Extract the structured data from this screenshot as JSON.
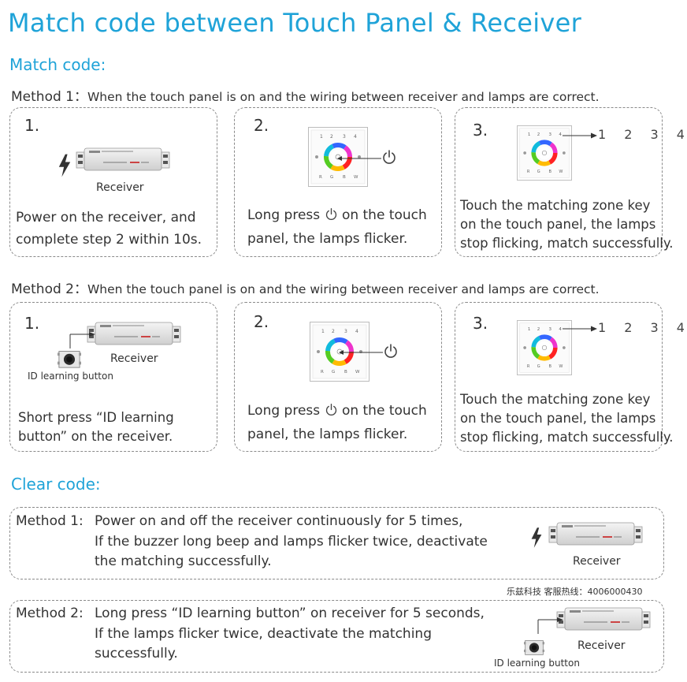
{
  "title": "Match code between Touch Panel & Receiver",
  "match_section": "Match code:",
  "method1": {
    "head": "Method 1：",
    "condition": "When the touch panel is on and the wiring between receiver and lamps are correct.",
    "steps": [
      {
        "num": "1.",
        "label": "Receiver",
        "lines": [
          "Power on the receiver, and",
          "complete step 2 within 10s."
        ]
      },
      {
        "num": "2.",
        "pre": "Long press",
        "post": "on the touch",
        "line2": "panel, the lamps flicker."
      },
      {
        "num": "3.",
        "zones": "1 2 3 4",
        "lines": [
          "Touch the matching zone key",
          "on the touch panel, the lamps",
          "stop flicking, match successfully."
        ]
      }
    ]
  },
  "method2": {
    "head": "Method 2：",
    "condition": "When the touch panel is on and the wiring between receiver and lamps are correct.",
    "steps": [
      {
        "num": "1.",
        "label": "Receiver",
        "button_label": "ID learning button",
        "lines": [
          "Short press “ID learning",
          "button” on the receiver."
        ]
      },
      {
        "num": "2.",
        "pre": "Long press",
        "post": "on the touch",
        "line2": "panel, the lamps flicker."
      },
      {
        "num": "3.",
        "zones": "1 2 3 4",
        "lines": [
          "Touch the matching zone key",
          "on the touch panel, the lamps",
          "stop flicking, match successfully."
        ]
      }
    ]
  },
  "clear_section": "Clear code:",
  "clear1": {
    "head": "Method 1:",
    "lines": [
      "Power on and off the receiver continuously for 5 times,",
      "If the buzzer long beep and lamps flicker twice, deactivate",
      "the matching successfully."
    ],
    "label": "Receiver"
  },
  "hotline": "乐兹科技 客服热线：4006000430",
  "clear2": {
    "head": "Method 2:",
    "lines": [
      "Long press “ID learning button” on receiver for 5 seconds,",
      "If the lamps flicker twice, deactivate the matching",
      "successfully."
    ],
    "label": "Receiver",
    "button_label": "ID learning button"
  },
  "colors": {
    "accent": "#1fa3d8",
    "text": "#333333",
    "border": "#8a8a8a"
  }
}
